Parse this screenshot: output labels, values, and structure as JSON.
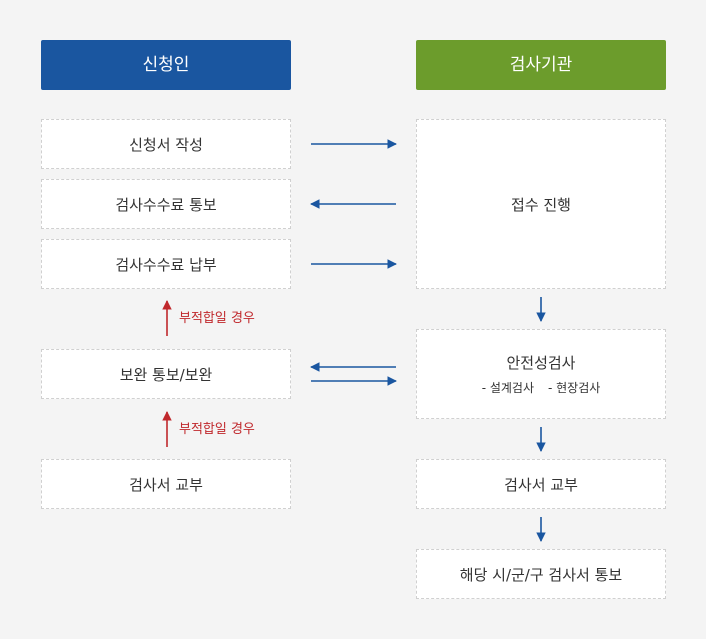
{
  "colors": {
    "applicant": "#1a56a0",
    "agency": "#6c9c2c",
    "arrow": "#1a56a0",
    "note": "#c0282c"
  },
  "headers": {
    "applicant": "신청인",
    "agency": "검사기관"
  },
  "left": {
    "step1": "신청서 작성",
    "step2": "검사수수료 통보",
    "step3": "검사수수료 납부",
    "step4": "보완 통보/보완",
    "step5": "검사서 교부",
    "note1": "부적합일 경우",
    "note2": "부적합일 경우"
  },
  "right": {
    "step1": "접수 진행",
    "step2": "안전성검사",
    "step2_sub1": "- 설계검사",
    "step2_sub2": "- 현장검사",
    "step3": "검사서 교부",
    "step4": "해당 시/군/구 검사서 통보"
  }
}
